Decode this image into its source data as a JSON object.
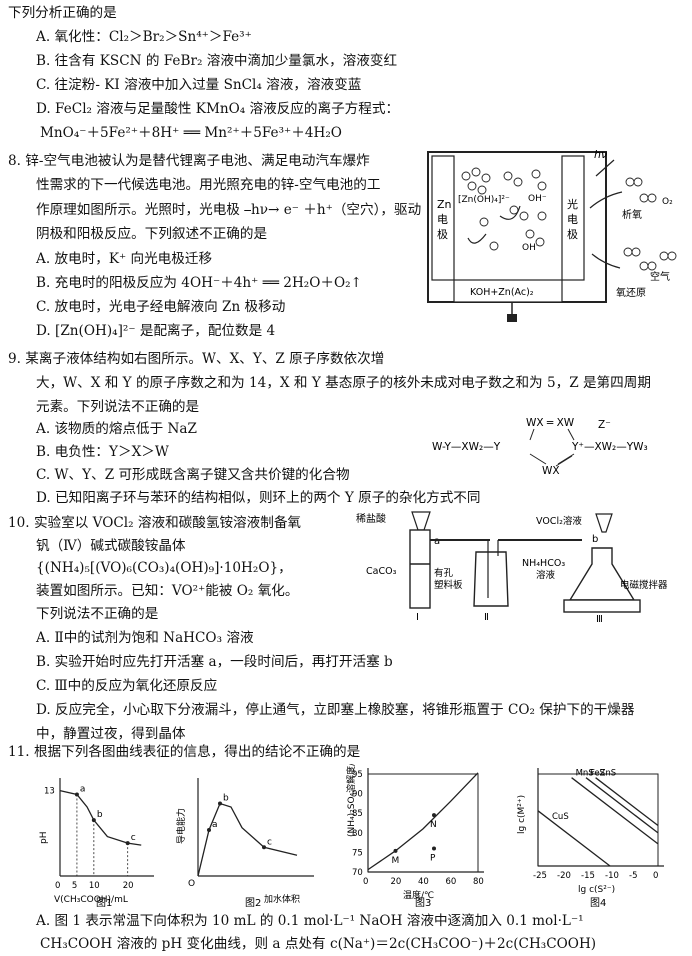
{
  "q7": {
    "stem": "下列分析正确的是",
    "A": "A. 氧化性：Cl₂＞Br₂＞Sn⁴⁺＞Fe³⁺",
    "B": "B. 往含有 KSCN 的 FeBr₂ 溶液中滴加少量氯水，溶液变红",
    "C": "C. 往淀粉- KI 溶液中加入过量 SnCl₄ 溶液，溶液变蓝",
    "D": "D. FeCl₂ 溶液与足量酸性 KMnO₄ 溶液反应的离子方程式：",
    "D_eq": "MnO₄⁻＋5Fe²⁺＋8H⁺ ══ Mn²⁺＋5Fe³⁺＋4H₂O"
  },
  "q8": {
    "l1": "8. 锌-空气电池被认为是替代锂离子电池、满足电动汽车爆炸",
    "l2": "性需求的下一代候选电池。用光照充电的锌-空气电池的工",
    "l3": "作原理如图所示。光照时，光电极 ⎯hν→ e⁻ ＋h⁺（空穴），驱动",
    "l4": "阴极和阳极反应。下列叙述不正确的是",
    "A": "A. 放电时，K⁺ 向光电极迁移",
    "B": "B. 充电时的阳极反应为 4OH⁻＋4h⁺ ══ 2H₂O＋O₂↑",
    "C": "C. 放电时，光电子经电解液向 Zn 极移动",
    "D": "D. [Zn(OH)₄]²⁻ 是配离子，配位数是 4",
    "fig": {
      "hv": "hν",
      "zn_complex": "[Zn(OH)₄]²⁻",
      "oh1": "OH⁻",
      "oh2": "OH⁻",
      "zn_label": [
        "Zn",
        "电",
        "极"
      ],
      "photo_label": [
        "光",
        "电",
        "极"
      ],
      "electrolyte": "KOH+Zn(Ac)₂",
      "evolve": "析氧",
      "o2": "O₂",
      "air": "空气",
      "reduce": "氧还原"
    }
  },
  "q9": {
    "l1": "9. 某离子液体结构如右图所示。W、X、Y、Z 原子序数依次增",
    "l2": "大，W、X 和 Y 的原子序数之和为 14，X 和 Y 基态原子的核外未成对电子数之和为 5，Z 是第四周期",
    "l3": "元素。下列说法不正确的是",
    "A": "A. 该物质的熔点低于 NaZ",
    "B": "B. 电负性：Y＞X＞W",
    "C": "C. W、Y、Z 可形成既含离子键又含共价键的化合物",
    "D": "D. 已知阳离子环与苯环的结构相似，则环上的两个 Y 原子的杂化方式不同",
    "fig": {
      "top": "WX ═ XW",
      "z": "Z⁻",
      "left": "W-Y—XW₂—Y",
      "right": "Y⁺—XW₂—YW₃",
      "bottom": "WX"
    }
  },
  "q10": {
    "l1": "10. 实验室以 VOCl₂ 溶液和碳酸氢铵溶液制备氧",
    "l2": "钒（Ⅳ）碱式碳酸铵晶体",
    "l3": "{(NH₄)₅[(VO)₆(CO₃)₄(OH)₉]·10H₂O}，",
    "l4": "装置如图所示。已知：VO²⁺能被 O₂ 氧化。",
    "l5": "下列说法不正确的是",
    "A": "A. Ⅱ中的试剂为饱和 NaHCO₃ 溶液",
    "B": "B. 实验开始时应先打开活塞 a，一段时间后，再打开活塞 b",
    "C": "C. Ⅲ中的反应为氧化还原反应",
    "D1": "D. 反应完全，小心取下分液漏斗，停止通气，立即塞上橡胶塞，将锥形瓶置于 CO₂ 保护下的干燥器",
    "D2": "中，静置过夜，得到晶体",
    "fig": {
      "hcl": "稀盐酸",
      "vocl2": "VOCl₂溶液",
      "a": "a",
      "b": "b",
      "caco3": "CaCO₃",
      "plate": [
        "有孔",
        "塑料板"
      ],
      "nh4hco3": [
        "NH₄HCO₃",
        "溶液"
      ],
      "stirrer": "电磁搅拌器",
      "I": "Ⅰ",
      "II": "Ⅱ",
      "III": "Ⅲ"
    }
  },
  "q11": {
    "stem": "11. 根据下列各图曲线表征的信息，得出的结论不正确的是",
    "A1": "A. 图 1 表示常温下向体积为 10 mL 的 0.1 mol·L⁻¹ NaOH 溶液中逐滴加入 0.1 mol·L⁻¹",
    "A2": "CH₃COOH 溶液的 pH 变化曲线，则 a 点处有 c(Na⁺)＝2c(CH₃COO⁻)＋2c(CH₃COOH)"
  },
  "chart_data": [
    {
      "type": "line",
      "title": "图1",
      "xlabel": "V(CH₃COOH)/mL",
      "ylabel": "pH",
      "x_ticks": [
        "0",
        "5",
        "10",
        "20"
      ],
      "y_ticks": [
        "13"
      ],
      "points": [
        {
          "label": "a",
          "x": 5
        },
        {
          "label": "b",
          "x": 10
        },
        {
          "label": "c",
          "x": 20
        }
      ],
      "series": [
        {
          "x": [
            0,
            5,
            8,
            10,
            14,
            20,
            24
          ],
          "y": [
            13,
            12.4,
            10.5,
            8.5,
            6,
            5,
            4.7
          ]
        }
      ],
      "xlim": [
        0,
        26
      ],
      "ylim": [
        0,
        14
      ]
    },
    {
      "type": "line",
      "title": "图2",
      "xlabel": "加水体积",
      "ylabel": "导电能力",
      "origin": "O",
      "points": [
        {
          "label": "a"
        },
        {
          "label": "b"
        },
        {
          "label": "c"
        }
      ],
      "series": [
        {
          "x": [
            0,
            1,
            2,
            3,
            4,
            6,
            9
          ],
          "y": [
            0,
            4,
            6.3,
            6,
            4.2,
            2.5,
            1.8
          ]
        }
      ],
      "xlim": [
        0,
        10
      ],
      "ylim": [
        0,
        8
      ]
    },
    {
      "type": "line",
      "title": "图3",
      "xlabel": "温度/℃",
      "ylabel": "(NH₄)₂SO₄溶解度/g",
      "x_ticks": [
        0,
        20,
        40,
        60,
        80
      ],
      "y_ticks": [
        70,
        75,
        80,
        85,
        90,
        95
      ],
      "xlim": [
        0,
        80
      ],
      "ylim": [
        70,
        95
      ],
      "series": [
        {
          "x": [
            0,
            20,
            40,
            60,
            80
          ],
          "y": [
            70.6,
            75.4,
            81.0,
            88.0,
            95.3
          ]
        }
      ],
      "labeled_points": [
        {
          "label": "M",
          "x": 20,
          "y": 75.4
        },
        {
          "label": "N",
          "x": 48,
          "y": 84.5
        },
        {
          "label": "P",
          "x": 48,
          "y": 76
        }
      ]
    },
    {
      "type": "line",
      "title": "图4",
      "xlabel": "lg c(S²⁻)",
      "ylabel": "lg c(M²⁺)",
      "x_ticks": [
        -25,
        -20,
        -15,
        -10,
        -5,
        0
      ],
      "xlim": [
        -25,
        0
      ],
      "ylim": [
        -25,
        0
      ],
      "series": [
        {
          "name": "CuS",
          "x": [
            -25,
            -10
          ],
          "y": [
            -10,
            -25
          ]
        },
        {
          "name": "MnS",
          "x": [
            -18,
            0
          ],
          "y": [
            -1,
            -19
          ]
        },
        {
          "name": "FeS",
          "x": [
            -15,
            0
          ],
          "y": [
            -1,
            -16
          ]
        },
        {
          "name": "ZnS",
          "x": [
            -13,
            0
          ],
          "y": [
            -1,
            -14
          ]
        }
      ]
    }
  ]
}
